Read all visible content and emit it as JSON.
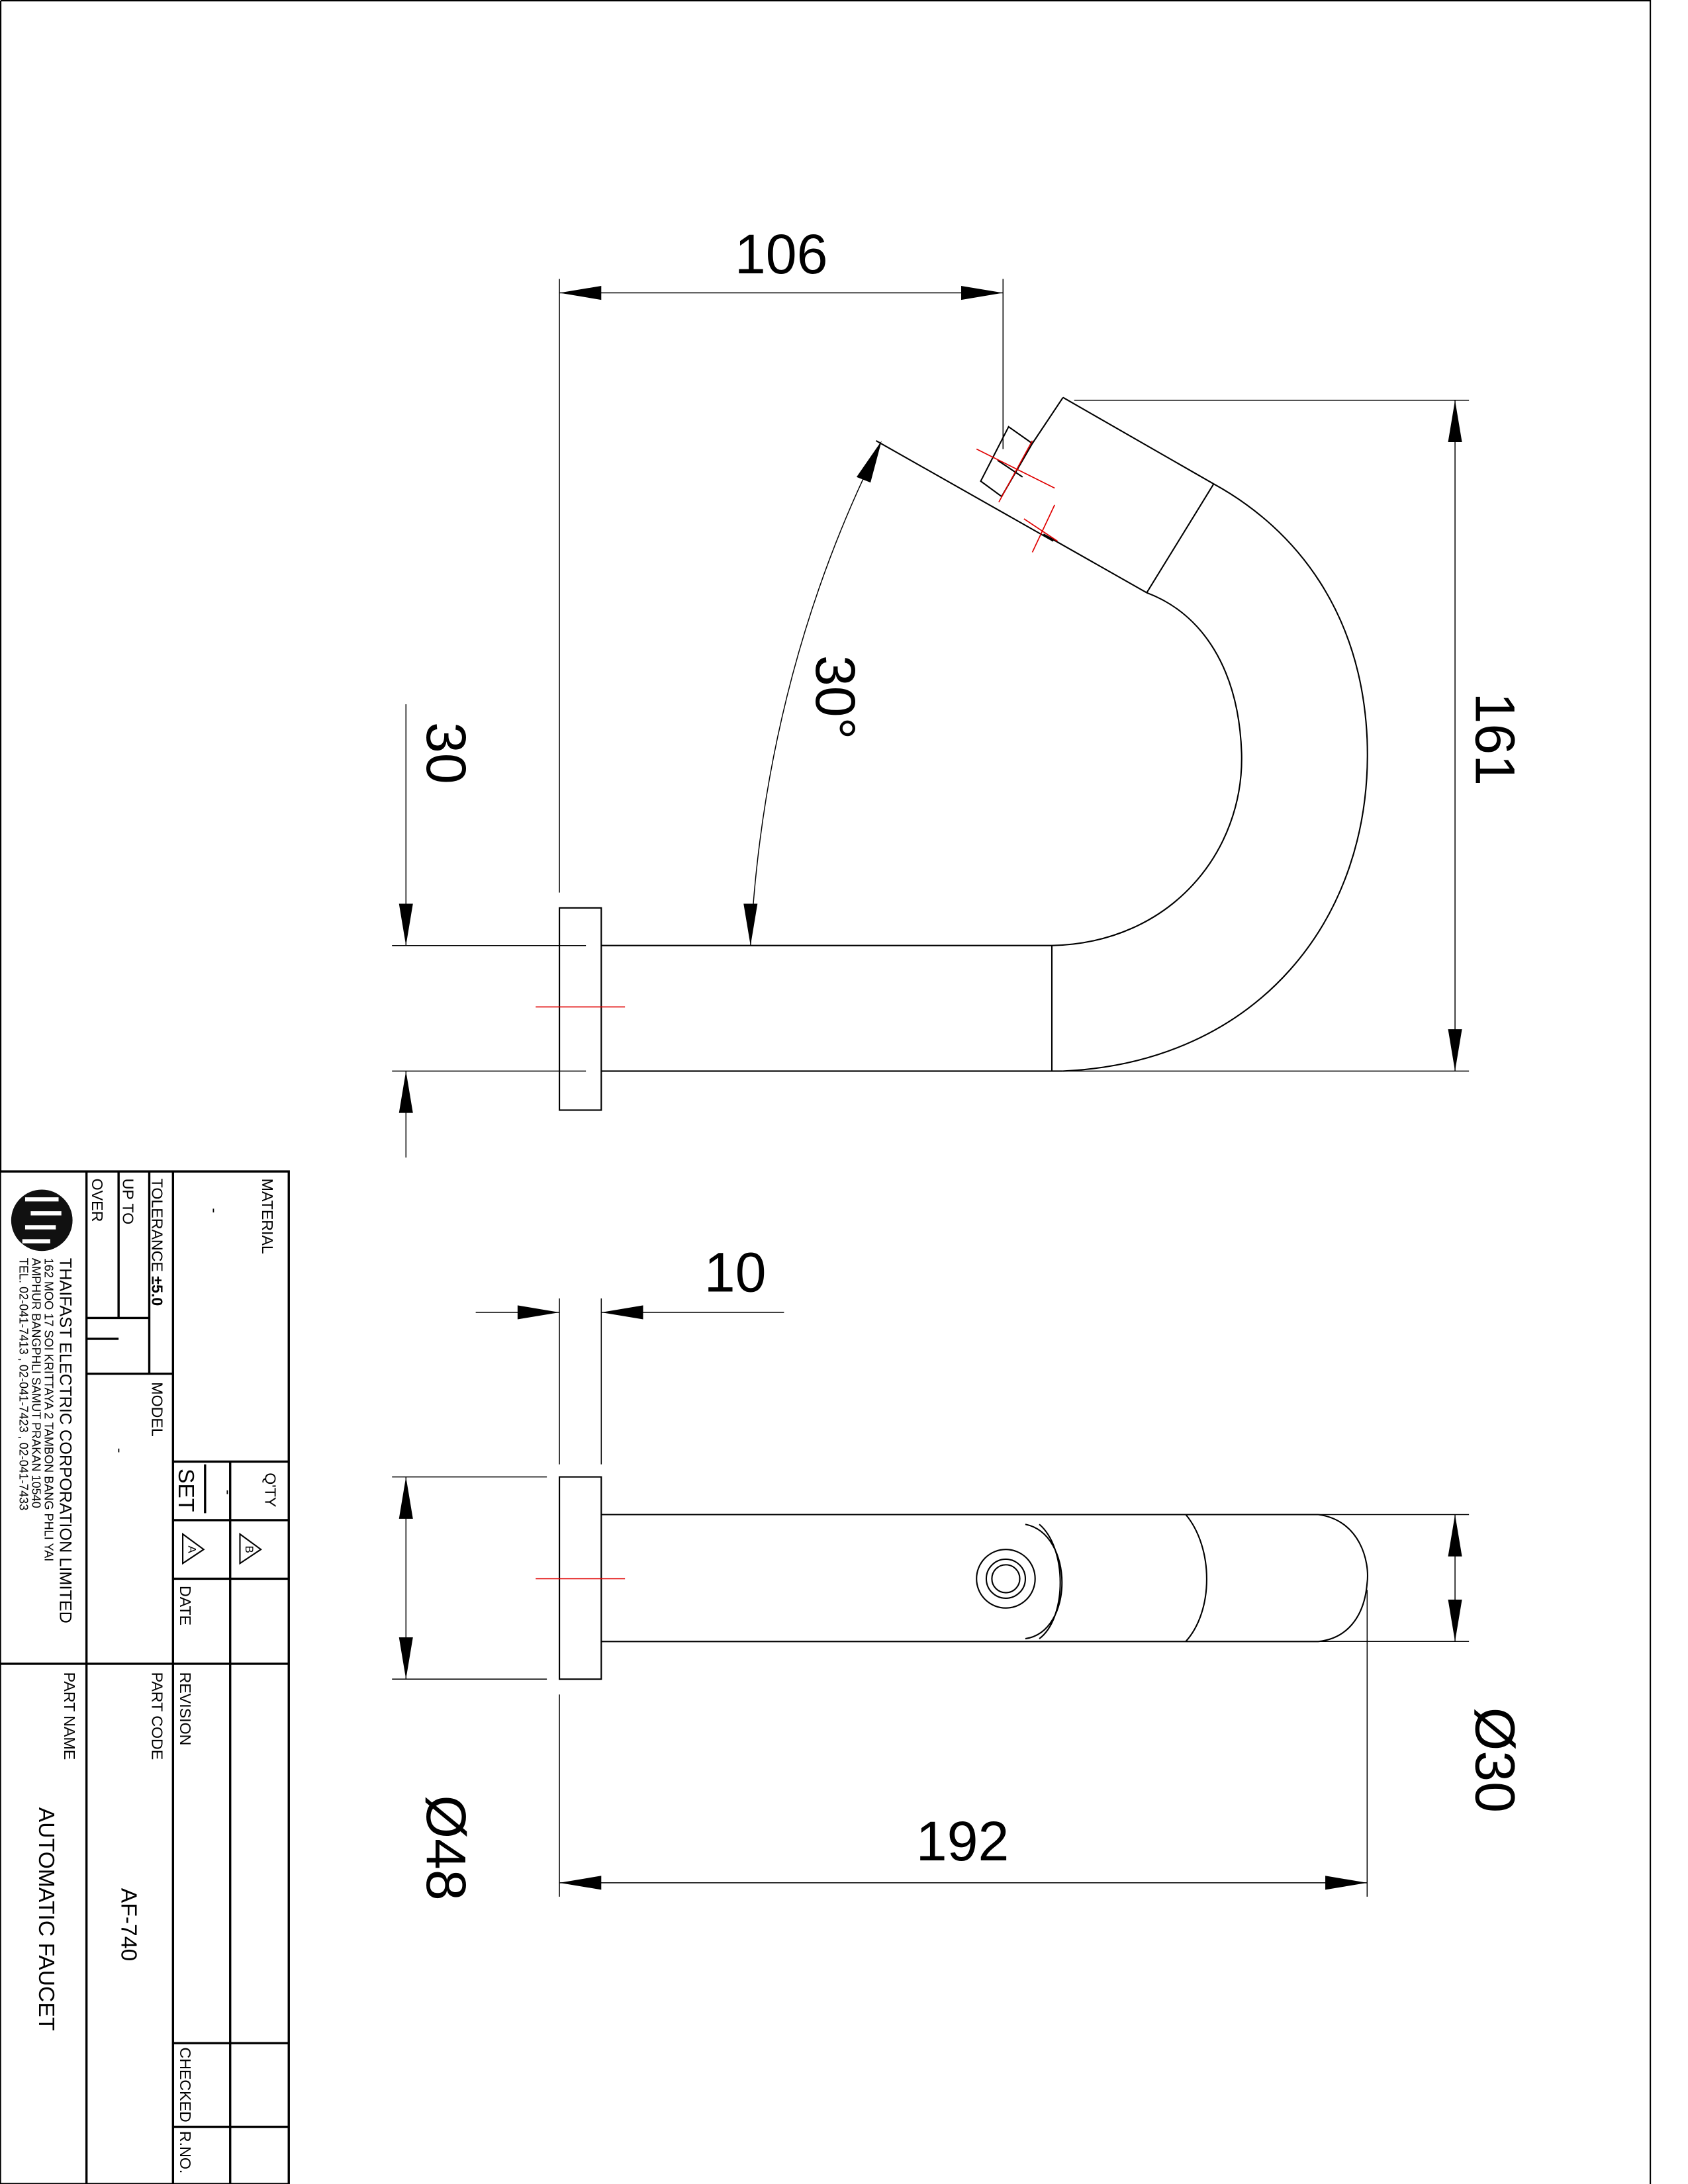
{
  "dimensions": {
    "top_view": {
      "width_106": "106",
      "height_161": "161",
      "pipe_30": "30",
      "angle": "30°"
    },
    "side_view": {
      "flange_10": "10",
      "flange_dia": "Ø48",
      "tip_dia": "Ø30",
      "length_192": "192"
    }
  },
  "title_block": {
    "company": {
      "name": "THAIFAST ELECTRIC CORPORATION LIMITED",
      "address_1": "162 MOO 17 SOI KRITTAYA 2 TAMBON BANG PHLI YAI",
      "address_2": "AMPHUR BANGPHLI SAMUT PRAKAN 10540",
      "phone": "TEL. 02-041-7413 , 02-041-7423 , 02-041-7433"
    },
    "material_label": "MATERIAL",
    "material_value": "-",
    "qty_label": "Q'TY",
    "qty_value": "-",
    "qty_unit": "SET",
    "rev_a": "A",
    "rev_b": "B",
    "date_label": "DATE",
    "tolerance_label": "TOLERANCE",
    "tolerance_value": "±5.0",
    "up_to_label": "UP TO",
    "over_label": "OVER",
    "model_label": "MODEL",
    "model_value": "-",
    "revision_label": "REVISION",
    "part_code_label": "PART CODE",
    "part_code_value": "AF-740",
    "part_name_label": "PART NAME",
    "part_name_value": "AUTOMATIC FAUCET",
    "checked_label": "CHECKED",
    "rno_label": "R.NO."
  },
  "colors": {
    "line": "#000000",
    "centerline": "#e00000"
  }
}
